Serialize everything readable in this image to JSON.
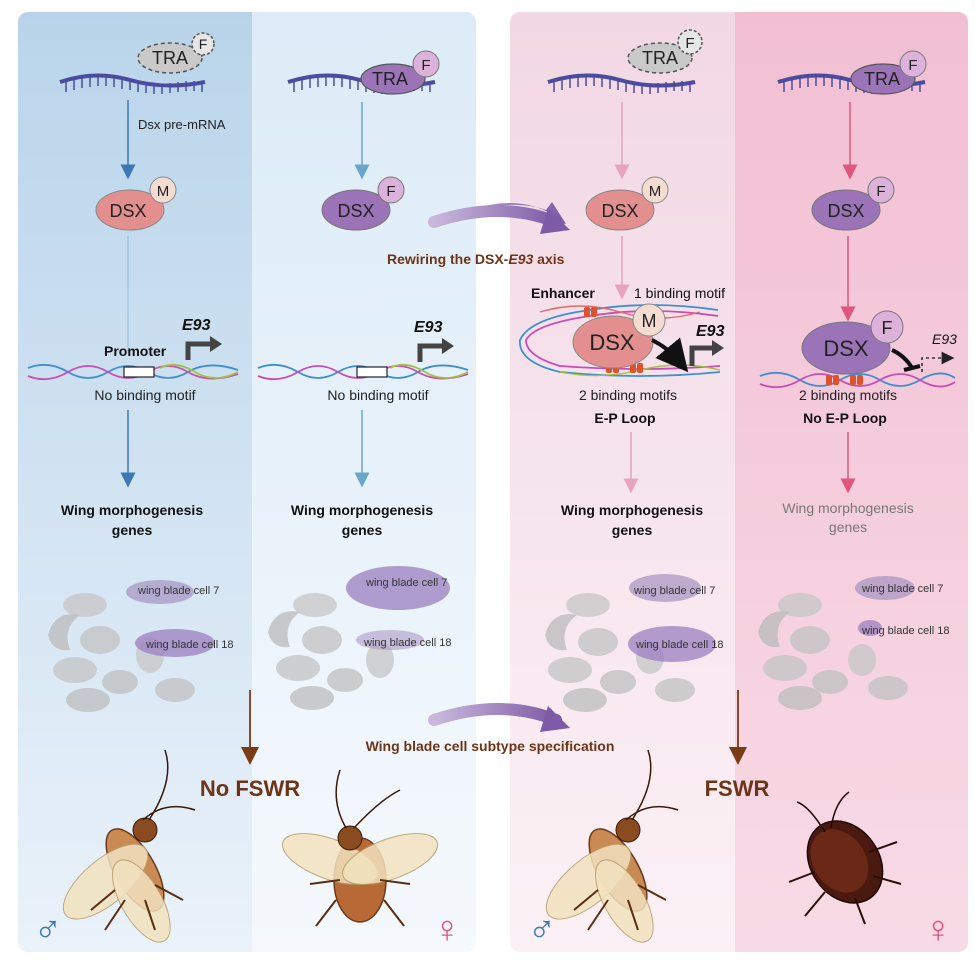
{
  "colors": {
    "male_blue": "#3b78b4",
    "female_pink": "#e0567f",
    "maroon": "#6e3418",
    "dsx_m_fill": "#e38f8f",
    "dsx_f_fill": "#9b74b8",
    "tra_gray": "#c9c9c9",
    "tra_purple": "#9b74b8"
  },
  "panels": [
    {
      "id": "male-control",
      "tra_label": "TRA",
      "tra_partner": "F",
      "tra_active": false,
      "transcript_label": "Dsx pre-mRNA",
      "protein_label": "DSX",
      "protein_isoform": "M",
      "promoter_label": "Promoter",
      "gene_label": "E93",
      "binding_label": "No binding motif",
      "target_label": "Wing morphogenesis genes",
      "cluster_labels": [
        "wing blade cell 7",
        "wing blade cell 18"
      ]
    },
    {
      "id": "female-control",
      "tra_label": "TRA",
      "tra_partner": "F",
      "tra_active": true,
      "protein_label": "DSX",
      "protein_isoform": "F",
      "gene_label": "E93",
      "binding_label": "No binding motif",
      "target_label": "Wing morphogenesis genes",
      "cluster_labels": [
        "wing blade cell 7",
        "wing blade cell 18"
      ]
    },
    {
      "id": "male-cockroach",
      "tra_label": "TRA",
      "tra_partner": "F",
      "tra_active": false,
      "protein_label": "DSX",
      "protein_isoform": "M",
      "enhancer_label": "Enhancer",
      "top_motif_label": "1 binding motif",
      "gene_label": "E93",
      "binding_label": "2 binding motifs",
      "loop_label": "E-P Loop",
      "target_label": "Wing morphogenesis genes",
      "cluster_labels": [
        "wing blade cell 7",
        "wing blade cell 18"
      ]
    },
    {
      "id": "female-cockroach",
      "tra_label": "TRA",
      "tra_partner": "F",
      "tra_active": true,
      "protein_label": "DSX",
      "protein_isoform": "F",
      "gene_label": "E93",
      "binding_label": "2 binding motifs",
      "loop_label": "No E-P Loop",
      "target_label": "Wing morphogenesis genes",
      "cluster_labels": [
        "wing blade cell 7",
        "wing blade cell 18"
      ]
    }
  ],
  "center_labels": {
    "rewiring": "Rewiring the DSX-",
    "rewiring_gene": "E93",
    "rewiring_suffix": " axis",
    "specification": "Wing blade cell subtype specification"
  },
  "outcomes": {
    "left": "No FSWR",
    "right": "FSWR"
  },
  "sex_symbols": {
    "male": "♂",
    "female": "♀"
  }
}
